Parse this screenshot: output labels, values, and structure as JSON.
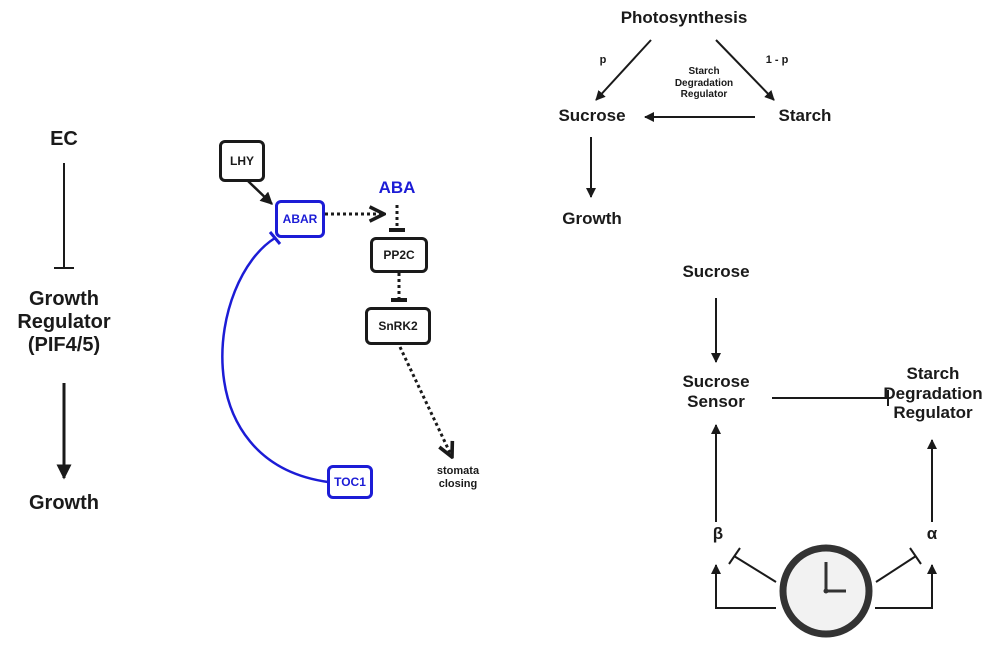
{
  "colors": {
    "ink": "#1a1a1a",
    "accent_blue": "#1c1cd6",
    "clock_face": "#f2f2f2"
  },
  "left_panel": {
    "ec": "EC",
    "growth_regulator": [
      "Growth",
      "Regulator",
      "(PIF4/5)"
    ],
    "growth": "Growth"
  },
  "middle_panel": {
    "lhy": "LHY",
    "abar": "ABAR",
    "toc1": "TOC1",
    "aba": "ABA",
    "pp2c": "PP2C",
    "snrk2": "SnRK2",
    "stomata_closing": [
      "stomata",
      "closing"
    ]
  },
  "top_right_panel": {
    "photosynthesis": "Photosynthesis",
    "p_label": "p",
    "one_minus_p_label": "1 - p",
    "starch_degradation_regulator": [
      "Starch",
      "Degradation",
      "Regulator"
    ],
    "sucrose": "Sucrose",
    "starch": "Starch",
    "growth": "Growth"
  },
  "bottom_right_panel": {
    "sucrose": "Sucrose",
    "sucrose_sensor": [
      "Sucrose",
      "Sensor"
    ],
    "starch_degradation_regulator": [
      "Starch",
      "Degradation",
      "Regulator"
    ],
    "beta": "β",
    "alpha": "α",
    "clock_icon": "clock-icon"
  }
}
